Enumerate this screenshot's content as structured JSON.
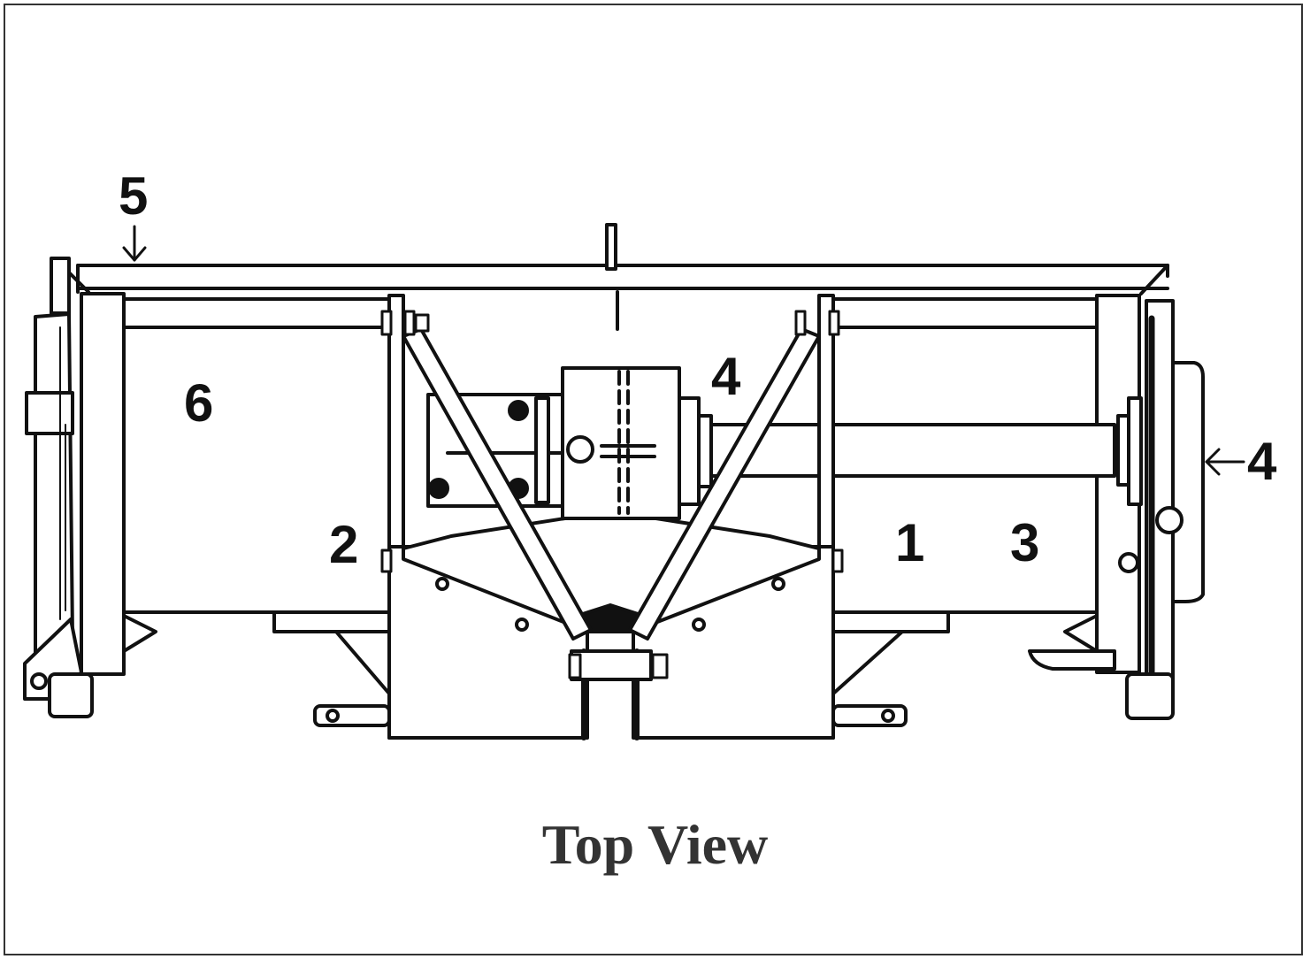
{
  "caption": "Top View",
  "callouts": {
    "c1": "1",
    "c2": "2",
    "c3": "3",
    "c4_center": "4",
    "c4_side": "4",
    "c5": "5",
    "c6": "6"
  },
  "colors": {
    "line": "#111111",
    "caption": "#333333",
    "border": "#333333"
  }
}
